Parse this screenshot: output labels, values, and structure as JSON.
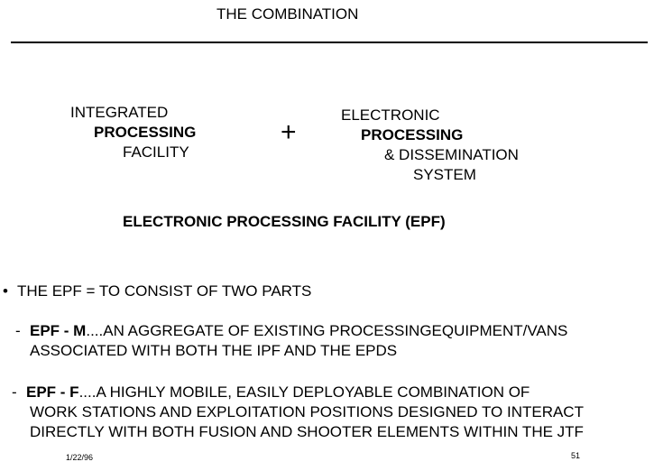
{
  "slide": {
    "title": "THE COMBINATION",
    "left_block": {
      "line1": "INTEGRATED",
      "line2": "PROCESSING",
      "line3": "FACILITY"
    },
    "operator": "+",
    "right_block": {
      "line1": "ELECTRONIC",
      "line2": "PROCESSING",
      "line3": "& DISSEMINATION",
      "line4": "SYSTEM"
    },
    "subtitle": "ELECTRONIC PROCESSING FACILITY (EPF)",
    "bullet": {
      "marker": "•",
      "text": "THE EPF = TO CONSIST OF TWO PARTS"
    },
    "sub_items": [
      {
        "dash": "-",
        "label": "EPF - M",
        "line1": "....AN AGGREGATE OF EXISTING PROCESSINGEQUIPMENT/VANS",
        "line2": "ASSOCIATED WITH BOTH THE IPF AND THE EPDS"
      },
      {
        "dash": "-",
        "label": "EPF - F",
        "line1": "....A HIGHLY MOBILE, EASILY DEPLOYABLE COMBINATION OF",
        "line2": "WORK STATIONS AND EXPLOITATION POSITIONS DESIGNED TO INTERACT",
        "line3": "DIRECTLY WITH BOTH FUSION AND SHOOTER ELEMENTS WITHIN THE JTF"
      }
    ],
    "footer": {
      "date": "1/22/96",
      "page": "51"
    }
  }
}
